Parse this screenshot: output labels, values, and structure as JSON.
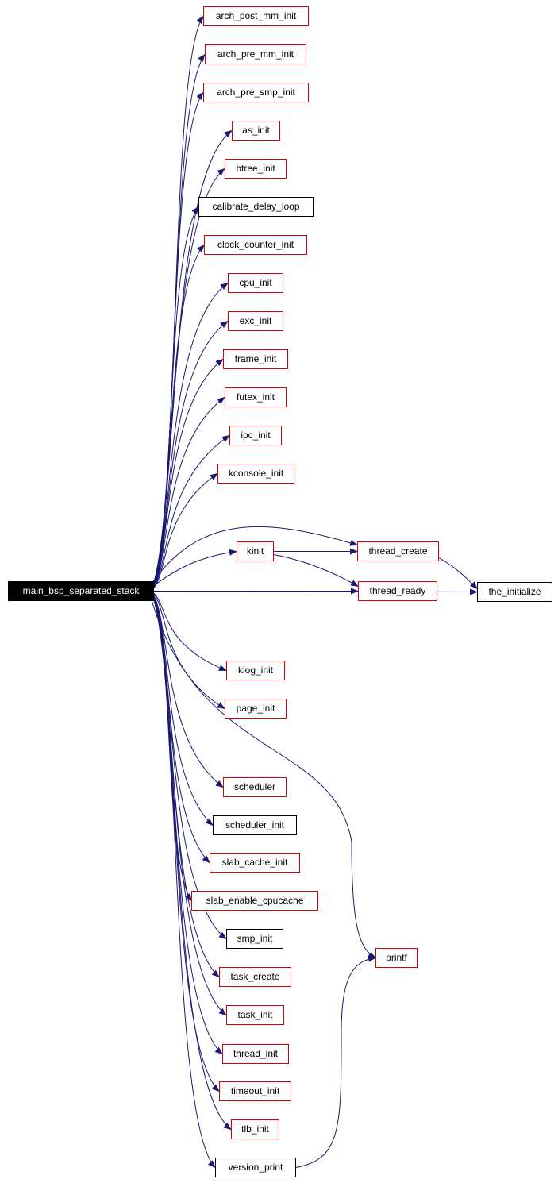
{
  "diagram": {
    "type": "call-graph",
    "colors": {
      "edge": "#191970",
      "documented_border": "#d40000",
      "undocumented_border": "#000000",
      "root_fill": "#000000",
      "root_text": "#ffffff"
    },
    "root": "main_bsp_separated_stack",
    "nodes": [
      {
        "id": "main_bsp_separated_stack",
        "label": "main_bsp_separated_stack",
        "kind": "root"
      },
      {
        "id": "arch_post_mm_init",
        "label": "arch_post_mm_init",
        "kind": "documented"
      },
      {
        "id": "arch_pre_mm_init",
        "label": "arch_pre_mm_init",
        "kind": "documented"
      },
      {
        "id": "arch_pre_smp_init",
        "label": "arch_pre_smp_init",
        "kind": "documented"
      },
      {
        "id": "as_init",
        "label": "as_init",
        "kind": "documented"
      },
      {
        "id": "btree_init",
        "label": "btree_init",
        "kind": "documented"
      },
      {
        "id": "calibrate_delay_loop",
        "label": "calibrate_delay_loop",
        "kind": "undocumented"
      },
      {
        "id": "clock_counter_init",
        "label": "clock_counter_init",
        "kind": "documented"
      },
      {
        "id": "cpu_init",
        "label": "cpu_init",
        "kind": "documented"
      },
      {
        "id": "exc_init",
        "label": "exc_init",
        "kind": "documented"
      },
      {
        "id": "frame_init",
        "label": "frame_init",
        "kind": "documented"
      },
      {
        "id": "futex_init",
        "label": "futex_init",
        "kind": "documented"
      },
      {
        "id": "ipc_init",
        "label": "ipc_init",
        "kind": "documented"
      },
      {
        "id": "kconsole_init",
        "label": "kconsole_init",
        "kind": "documented"
      },
      {
        "id": "kinit",
        "label": "kinit",
        "kind": "documented"
      },
      {
        "id": "thread_create",
        "label": "thread_create",
        "kind": "documented"
      },
      {
        "id": "thread_ready",
        "label": "thread_ready",
        "kind": "documented"
      },
      {
        "id": "the_initialize",
        "label": "the_initialize",
        "kind": "undocumented"
      },
      {
        "id": "klog_init",
        "label": "klog_init",
        "kind": "documented"
      },
      {
        "id": "page_init",
        "label": "page_init",
        "kind": "documented"
      },
      {
        "id": "scheduler",
        "label": "scheduler",
        "kind": "documented"
      },
      {
        "id": "scheduler_init",
        "label": "scheduler_init",
        "kind": "undocumented"
      },
      {
        "id": "slab_cache_init",
        "label": "slab_cache_init",
        "kind": "documented"
      },
      {
        "id": "slab_enable_cpucache",
        "label": "slab_enable_cpucache",
        "kind": "documented"
      },
      {
        "id": "smp_init",
        "label": "smp_init",
        "kind": "undocumented"
      },
      {
        "id": "printf",
        "label": "printf",
        "kind": "documented"
      },
      {
        "id": "task_create",
        "label": "task_create",
        "kind": "documented"
      },
      {
        "id": "task_init",
        "label": "task_init",
        "kind": "documented"
      },
      {
        "id": "thread_init",
        "label": "thread_init",
        "kind": "documented"
      },
      {
        "id": "timeout_init",
        "label": "timeout_init",
        "kind": "documented"
      },
      {
        "id": "tlb_init",
        "label": "tlb_init",
        "kind": "documented"
      },
      {
        "id": "version_print",
        "label": "version_print",
        "kind": "undocumented"
      }
    ],
    "edges": [
      [
        "main_bsp_separated_stack",
        "arch_post_mm_init"
      ],
      [
        "main_bsp_separated_stack",
        "arch_pre_mm_init"
      ],
      [
        "main_bsp_separated_stack",
        "arch_pre_smp_init"
      ],
      [
        "main_bsp_separated_stack",
        "as_init"
      ],
      [
        "main_bsp_separated_stack",
        "btree_init"
      ],
      [
        "main_bsp_separated_stack",
        "calibrate_delay_loop"
      ],
      [
        "main_bsp_separated_stack",
        "clock_counter_init"
      ],
      [
        "main_bsp_separated_stack",
        "cpu_init"
      ],
      [
        "main_bsp_separated_stack",
        "exc_init"
      ],
      [
        "main_bsp_separated_stack",
        "frame_init"
      ],
      [
        "main_bsp_separated_stack",
        "futex_init"
      ],
      [
        "main_bsp_separated_stack",
        "ipc_init"
      ],
      [
        "main_bsp_separated_stack",
        "kconsole_init"
      ],
      [
        "main_bsp_separated_stack",
        "thread_create"
      ],
      [
        "main_bsp_separated_stack",
        "kinit"
      ],
      [
        "main_bsp_separated_stack",
        "thread_ready"
      ],
      [
        "main_bsp_separated_stack",
        "the_initialize"
      ],
      [
        "main_bsp_separated_stack",
        "klog_init"
      ],
      [
        "main_bsp_separated_stack",
        "page_init"
      ],
      [
        "main_bsp_separated_stack",
        "printf"
      ],
      [
        "main_bsp_separated_stack",
        "scheduler"
      ],
      [
        "main_bsp_separated_stack",
        "scheduler_init"
      ],
      [
        "main_bsp_separated_stack",
        "slab_cache_init"
      ],
      [
        "main_bsp_separated_stack",
        "slab_enable_cpucache"
      ],
      [
        "main_bsp_separated_stack",
        "smp_init"
      ],
      [
        "main_bsp_separated_stack",
        "task_create"
      ],
      [
        "main_bsp_separated_stack",
        "task_init"
      ],
      [
        "main_bsp_separated_stack",
        "thread_init"
      ],
      [
        "main_bsp_separated_stack",
        "timeout_init"
      ],
      [
        "main_bsp_separated_stack",
        "tlb_init"
      ],
      [
        "main_bsp_separated_stack",
        "version_print"
      ],
      [
        "kinit",
        "thread_create"
      ],
      [
        "kinit",
        "thread_ready"
      ],
      [
        "thread_create",
        "the_initialize"
      ],
      [
        "version_print",
        "printf"
      ]
    ]
  }
}
